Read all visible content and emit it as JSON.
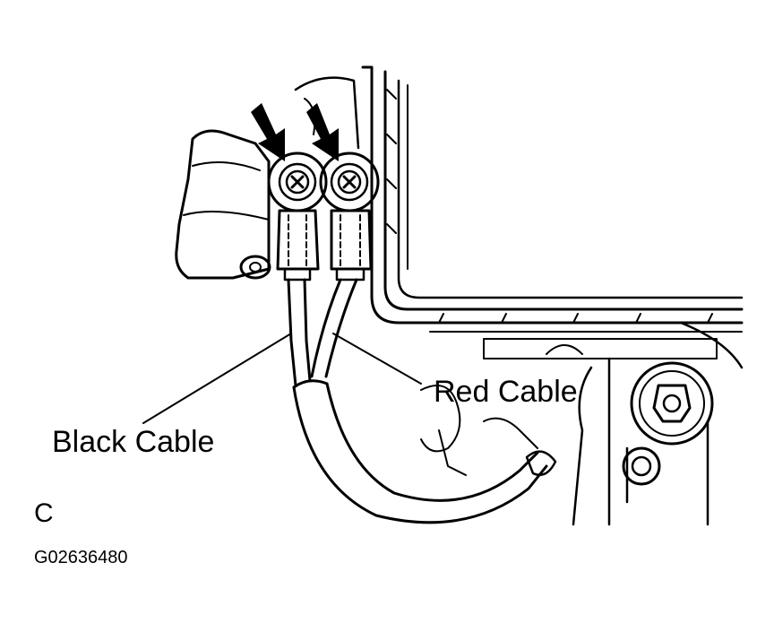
{
  "figure": {
    "callouts": {
      "red_cable": "Red Cable",
      "black_cable": "Black Cable"
    },
    "view_letter": "C",
    "figure_code": "G02636480",
    "colors": {
      "ink": "#000000",
      "paper": "#ffffff"
    }
  }
}
